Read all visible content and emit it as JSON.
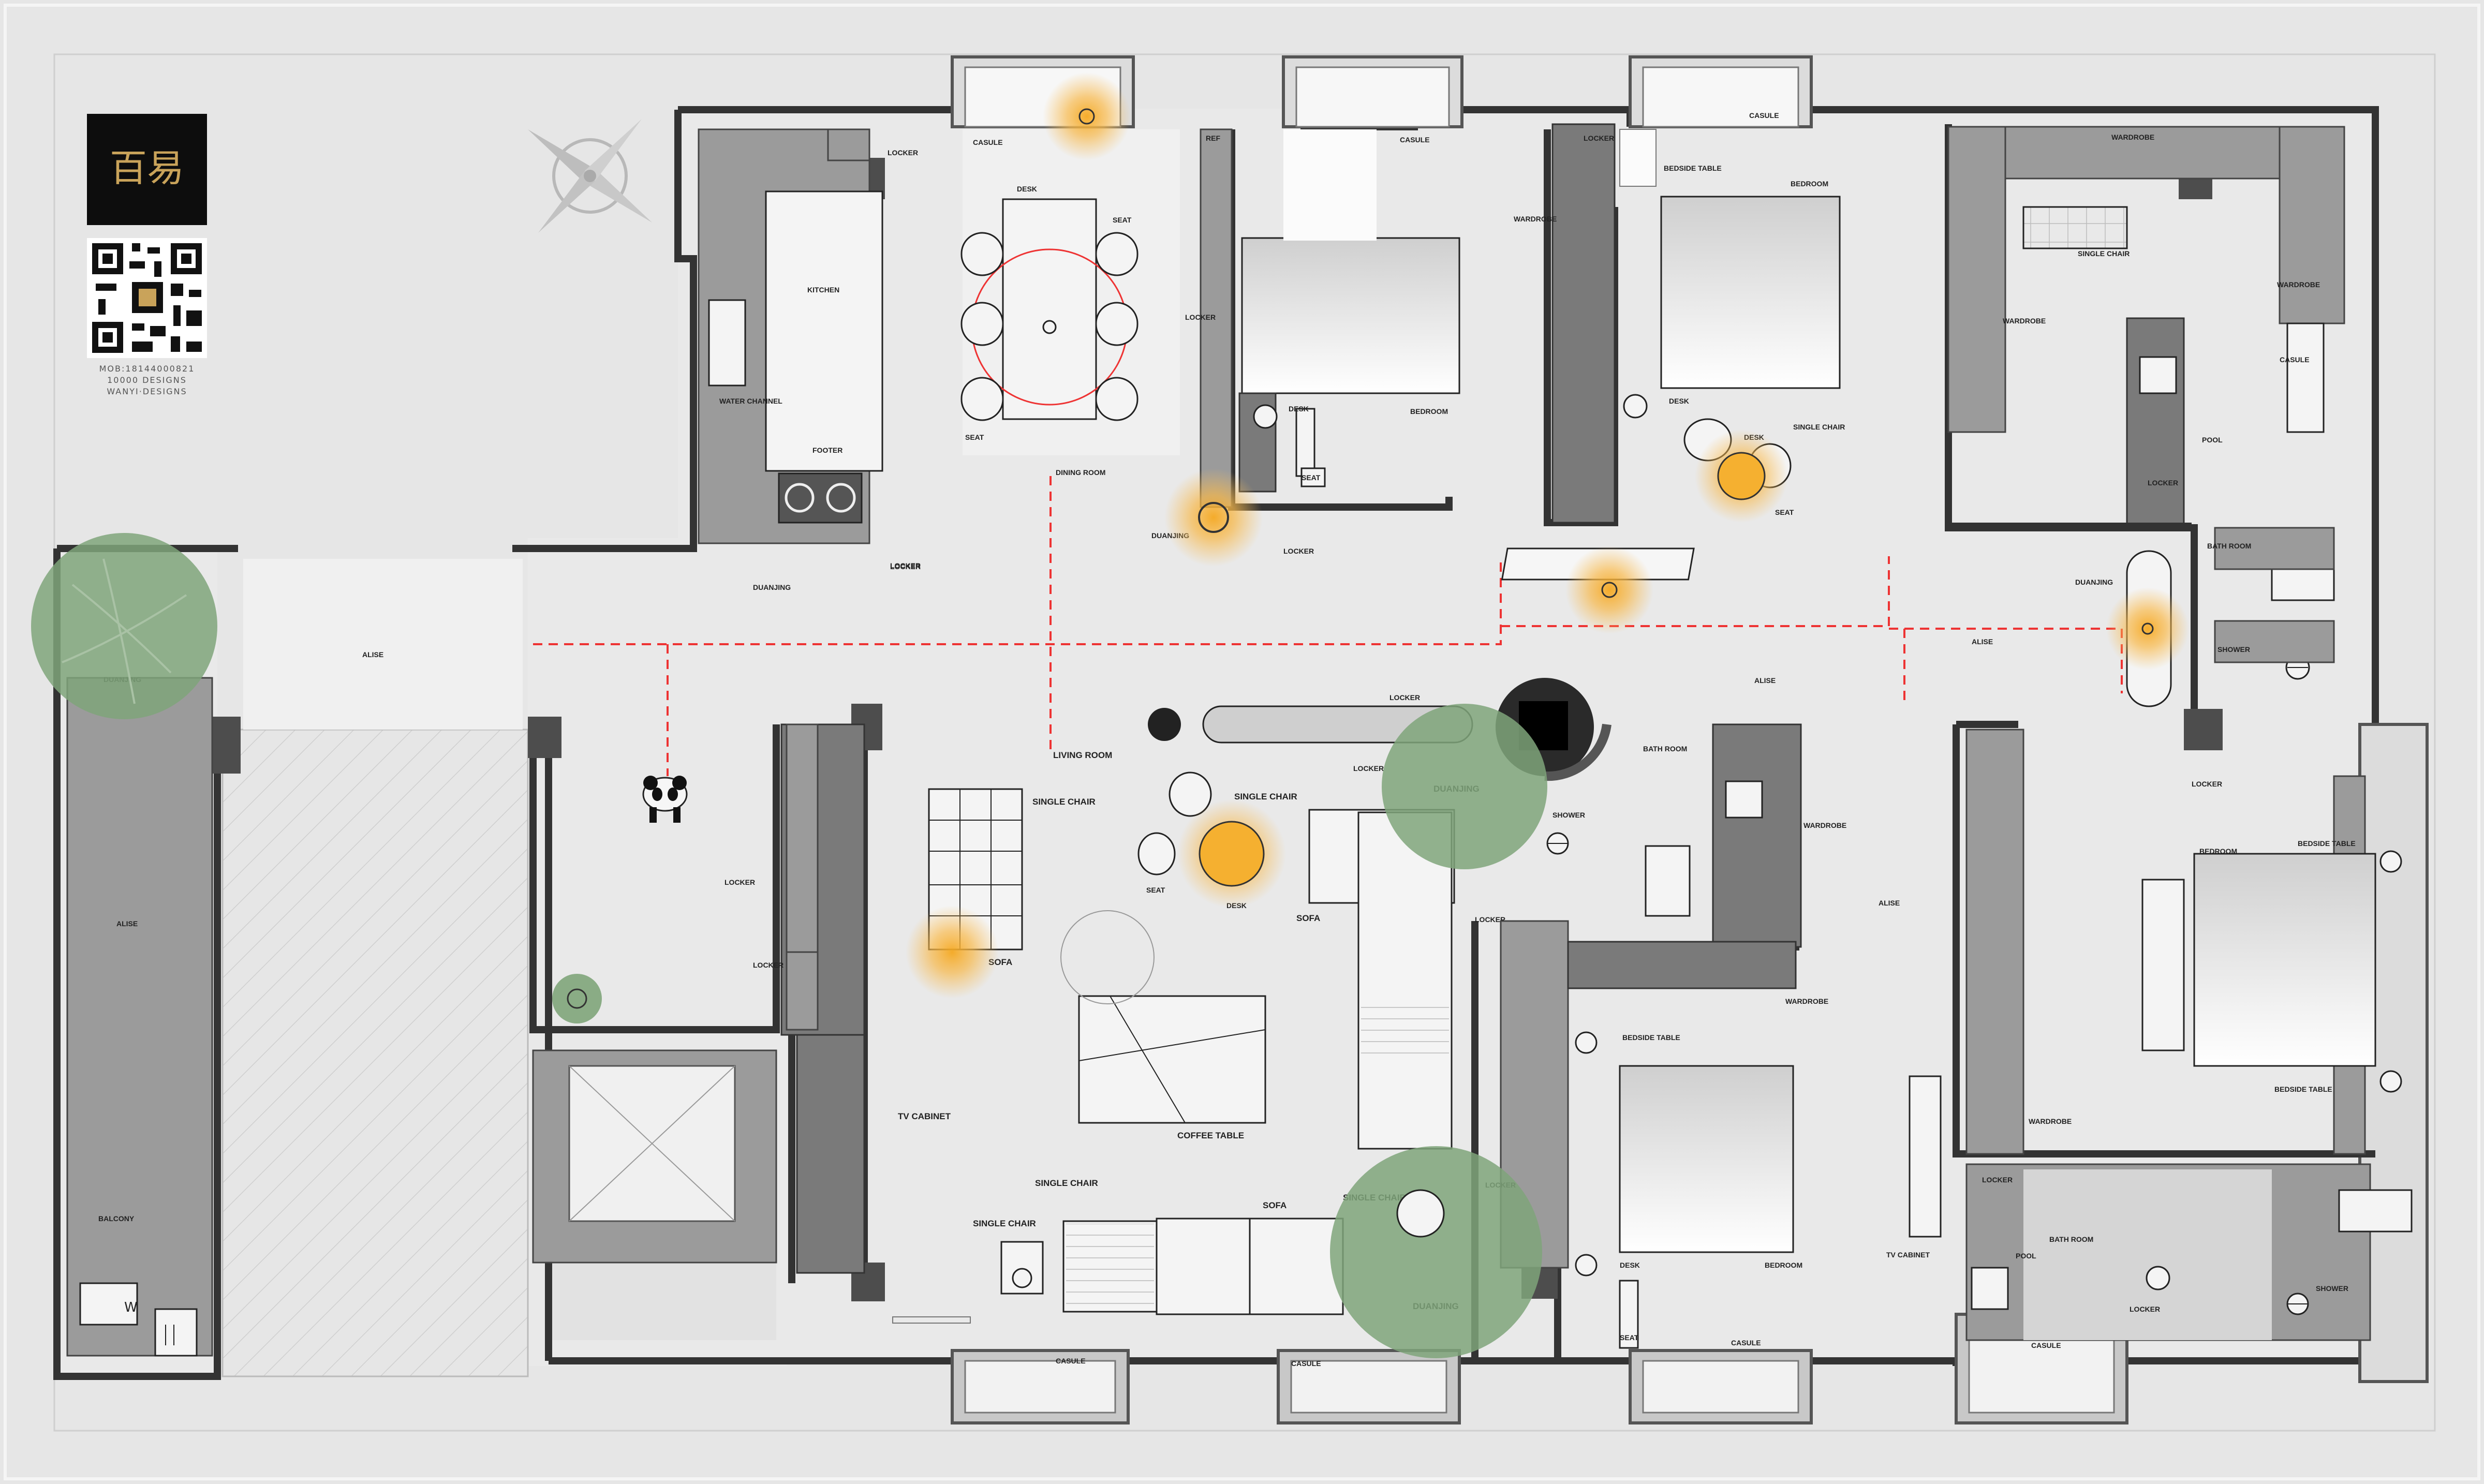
{
  "drawing": {
    "logo_glyph": "百易",
    "contact_line1": "MOB:18144000821",
    "contact_line2": "10000 DESIGNS",
    "contact_line3": "WANYI·DESIGNS"
  },
  "colors": {
    "background": "#e6e6e6",
    "wall": "#4d4d4d",
    "cabinet": "#9b9b9b",
    "light_glow": "#f5b030",
    "plant": "#7fa57a",
    "circulation_line": "#e33333"
  },
  "icons": [
    "compass-rose-icon",
    "qr-code-icon",
    "panda-icon",
    "plant-icon",
    "light-glow-icon",
    "toilet-icon",
    "washing-machine-icon"
  ],
  "labels": {
    "casule": "CASULE",
    "locker": "LOCKER",
    "desk": "DESK",
    "seat": "SEAT",
    "kitchen": "KITCHEN",
    "water_channel": "WATER CHANNEL",
    "footer": "FOOTER",
    "dining_room": "DINING ROOM",
    "duanjing": "DUANJING",
    "ref": "REF",
    "bedroom": "BEDROOM",
    "wardrobe": "WARDROBE",
    "bedside_table": "BEDSIDE TABLE",
    "single_chair": "SINGLE CHAIR",
    "pool": "POOL",
    "bathroom": "BATH ROOM",
    "shower": "SHOWER",
    "alise": "ALISE",
    "living_room": "LIVING ROOM",
    "sofa": "SOFA",
    "coffee_table": "COFFEE TABLE",
    "tv_cabinet": "TV CABINET",
    "balcony": "BALCONY"
  }
}
